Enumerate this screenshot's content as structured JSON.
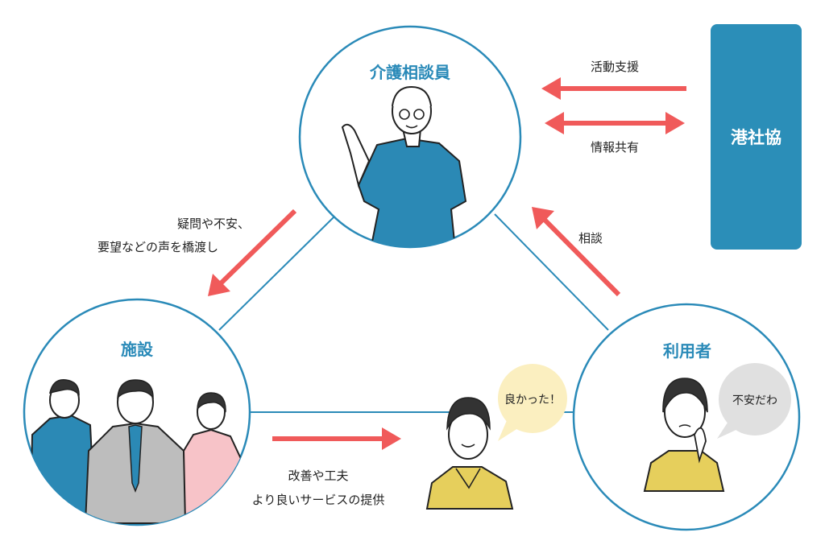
{
  "nodes": {
    "counselor": "介護相談員",
    "facility": "施設",
    "user": "利用者",
    "org": "港社協"
  },
  "edges": {
    "activity_support": "活動支援",
    "info_sharing": "情報共有",
    "consultation": "相談",
    "bridge_line1": "疑問や不安、",
    "bridge_line2": "要望などの声を橋渡し",
    "improve_line1": "改善や工夫",
    "improve_line2": "より良いサービスの提供"
  },
  "bubbles": {
    "happy": "良かった！",
    "worried": "不安だわ"
  },
  "colors": {
    "circle_stroke": "#2a8ab8",
    "arrow": "#f05a5a",
    "org_box": "#2b8eb8",
    "title": "#2a8ab8"
  }
}
